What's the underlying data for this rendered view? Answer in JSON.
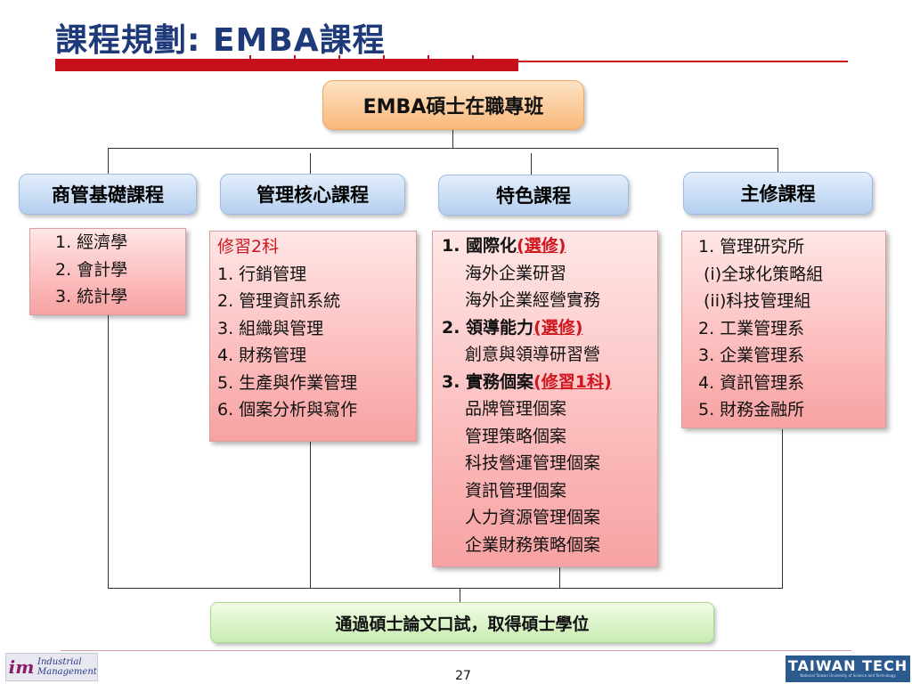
{
  "slide": {
    "title": "課程規劃: EMBA課程",
    "page_number": "27"
  },
  "top_node": {
    "label": "EMBA碩士在職專班"
  },
  "columns": [
    {
      "header": "商管基礎課程",
      "items": [
        "1. 經濟學",
        "2. 會計學",
        "3. 統計學"
      ]
    },
    {
      "header": "管理核心課程",
      "note": "修習2科",
      "items": [
        "1. 行銷管理",
        "2. 管理資訊系統",
        "3. 組織與管理",
        "4. 財務管理",
        "5. 生產與作業管理",
        "6. 個案分析與寫作"
      ]
    },
    {
      "header": "特色課程",
      "groups": [
        {
          "title": "1. 國際化",
          "tag": "(選修)",
          "courses": [
            "海外企業研習",
            "海外企業經營實務"
          ]
        },
        {
          "title": "2. 領導能力",
          "tag": "(選修)",
          "courses": [
            "創意與領導研習營"
          ]
        },
        {
          "title": "3. 實務個案",
          "tag": "(修習1科)",
          "courses": [
            "品牌管理個案",
            "管理策略個案",
            "科技營運管理個案",
            "資訊管理個案",
            "人力資源管理個案",
            "企業財務策略個案"
          ]
        }
      ]
    },
    {
      "header": "主修課程",
      "items": [
        "1. 管理研究所",
        "(i)全球化策略組",
        "(ii)科技管理組",
        "2. 工業管理系",
        "3. 企業管理系",
        "4. 資訊管理系",
        "5. 財務金融所"
      ]
    }
  ],
  "bottom_node": {
    "label": "通過碩士論文口試，取得碩士學位"
  },
  "logos": {
    "left_mark": "im",
    "left_line1": "Industrial",
    "left_line2": "Management",
    "right_name": "TAIWAN TECH",
    "right_sub": "National Taiwan University of Science and Technology"
  },
  "colors": {
    "title": "#1f3a7a",
    "accent_red": "#c8101c",
    "header_blue": "#b4cff0",
    "box_pink": "#fbb5b5",
    "top_orange": "#f9b87a",
    "bottom_green": "#c8ecb0"
  }
}
